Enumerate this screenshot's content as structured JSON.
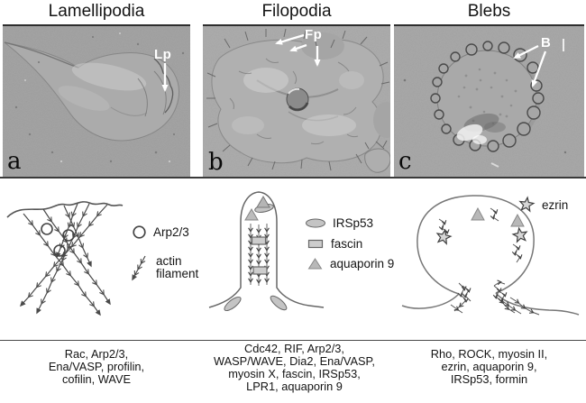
{
  "figure": {
    "columns": [
      {
        "title": "Lamellipodia",
        "panel_letter": "a",
        "marker_label": "Lp",
        "protein_lines": [
          "Rac, Arp2/3,",
          "Ena/VASP, profilin,",
          "cofilin, WAVE"
        ]
      },
      {
        "title": "Filopodia",
        "panel_letter": "b",
        "marker_label": "Fp",
        "protein_lines": [
          "Cdc42, RIF, Arp2/3,",
          "WASP/WAVE, Dia2, Ena/VASP,",
          "myosin X, fascin, IRSp53,",
          "LPR1, aquaporin 9"
        ]
      },
      {
        "title": "Blebs",
        "panel_letter": "c",
        "marker_label": "B",
        "protein_lines": [
          "Rho, ROCK, myosin II,",
          "ezrin, aquaporin 9,",
          "IRSp53, formin"
        ]
      }
    ],
    "legend": {
      "arp23": "Arp2/3",
      "actin_line1": "actin",
      "actin_line2": "filament",
      "irsp53": "IRSp53",
      "fascin": "fascin",
      "aquaporin9": "aquaporin 9",
      "ezrin": "ezrin"
    },
    "colors": {
      "micrograph_bg_a": "#9c9c9c",
      "micrograph_bg_b": "#a5a5a5",
      "micrograph_bg_c": "#a1a1a1",
      "annotation_white": "#ffffff",
      "ink": "#141414"
    }
  }
}
